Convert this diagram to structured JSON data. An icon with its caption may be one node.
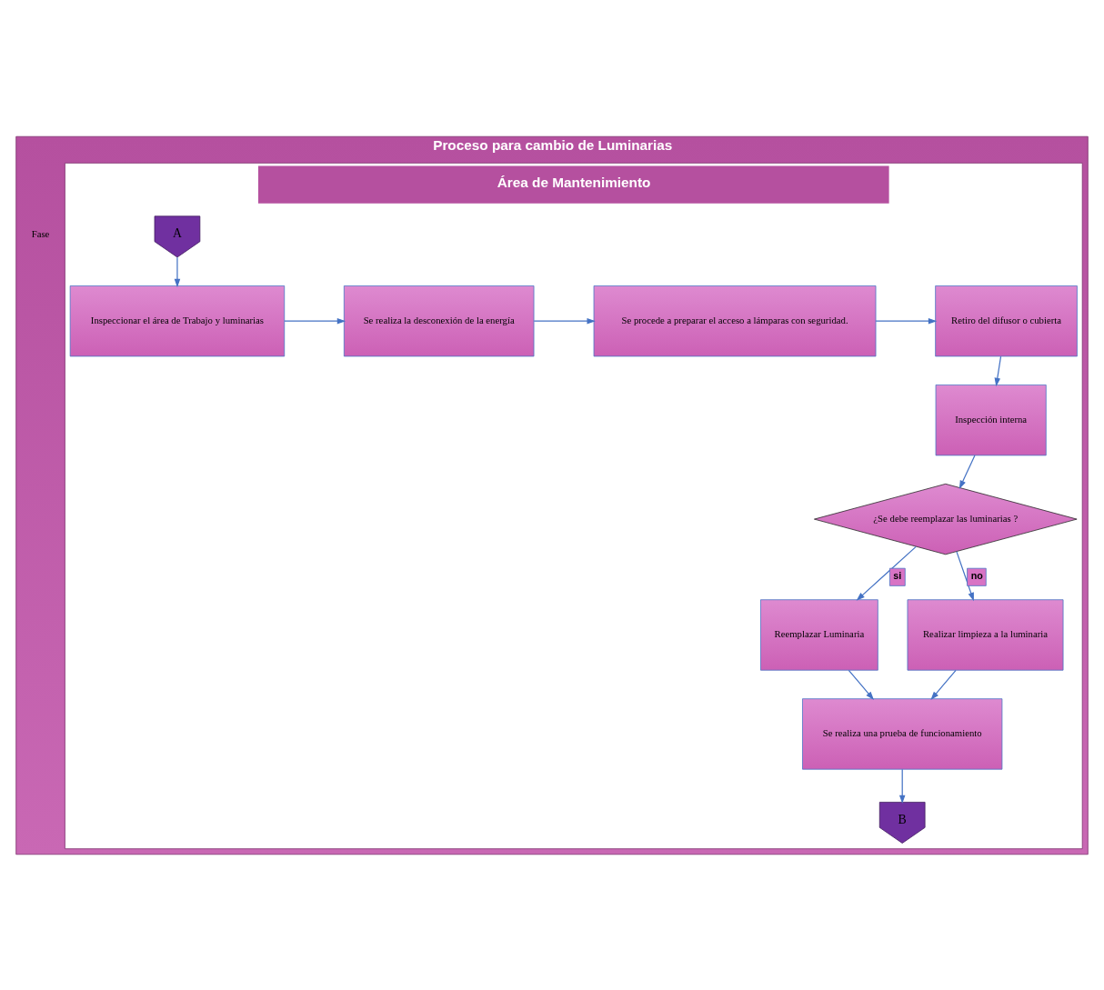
{
  "diagram": {
    "nodes": [
      {
        "text": [
          "Proceso para cambio de Luminarias"
        ]
      },
      {
        "text": [
          "Área de Mantenimiento"
        ],
        "in": 0
      },
      {
        "text": [
          "A"
        ],
        "in": 1
      },
      {
        "text": [
          "Inspeccionar el área de Trabajo y luminarias"
        ],
        "in": 1
      },
      {
        "text": [
          "Se realiza la desconexión de la energía"
        ],
        "in": 1
      },
      {
        "text": [
          "Se procede a preparar el acceso a lámparas con seguridad."
        ],
        "in": 1
      },
      {
        "text": [
          "Retiro del difusor o cubierta"
        ],
        "in": 1
      },
      {
        "text": [
          "Inspección interna"
        ],
        "in": 1
      },
      {
        "text": [
          "¿Se debe reemplazar las luminarias ?"
        ],
        "in": 1
      },
      {
        "text": [
          "Reemplazar Luminaria"
        ],
        "in": 1
      },
      {
        "text": [
          "Se realiza una prueba de funcionamiento"
        ],
        "in": 1
      },
      {
        "text": [
          "Realizar limpieza a la luminaria"
        ],
        "in": 1
      },
      {
        "text": [
          "B"
        ],
        "in": 1
      }
    ],
    "edges": [
      {
        "from": 2,
        "to": 3,
        "arrow": "to"
      },
      {
        "from": 3,
        "to": 4,
        "arrow": "to"
      },
      {
        "from": 4,
        "to": 5,
        "arrow": "to"
      },
      {
        "from": 5,
        "to": 6,
        "arrow": "to"
      },
      {
        "from": 6,
        "to": 7,
        "arrow": "to"
      },
      {
        "from": 7,
        "to": 8,
        "arrow": "to"
      },
      {
        "from": 8,
        "to": 9,
        "arrow": "to",
        "label": "si"
      },
      {
        "from": 8,
        "to": 11,
        "arrow": "to",
        "label": "no"
      },
      {
        "from": 9,
        "to": 10,
        "arrow": "to"
      },
      {
        "from": 11,
        "to": 10,
        "arrow": "to"
      },
      {
        "from": 10,
        "to": 12,
        "arrow": "to"
      }
    ],
    "labels": [
      "Fase"
    ]
  }
}
